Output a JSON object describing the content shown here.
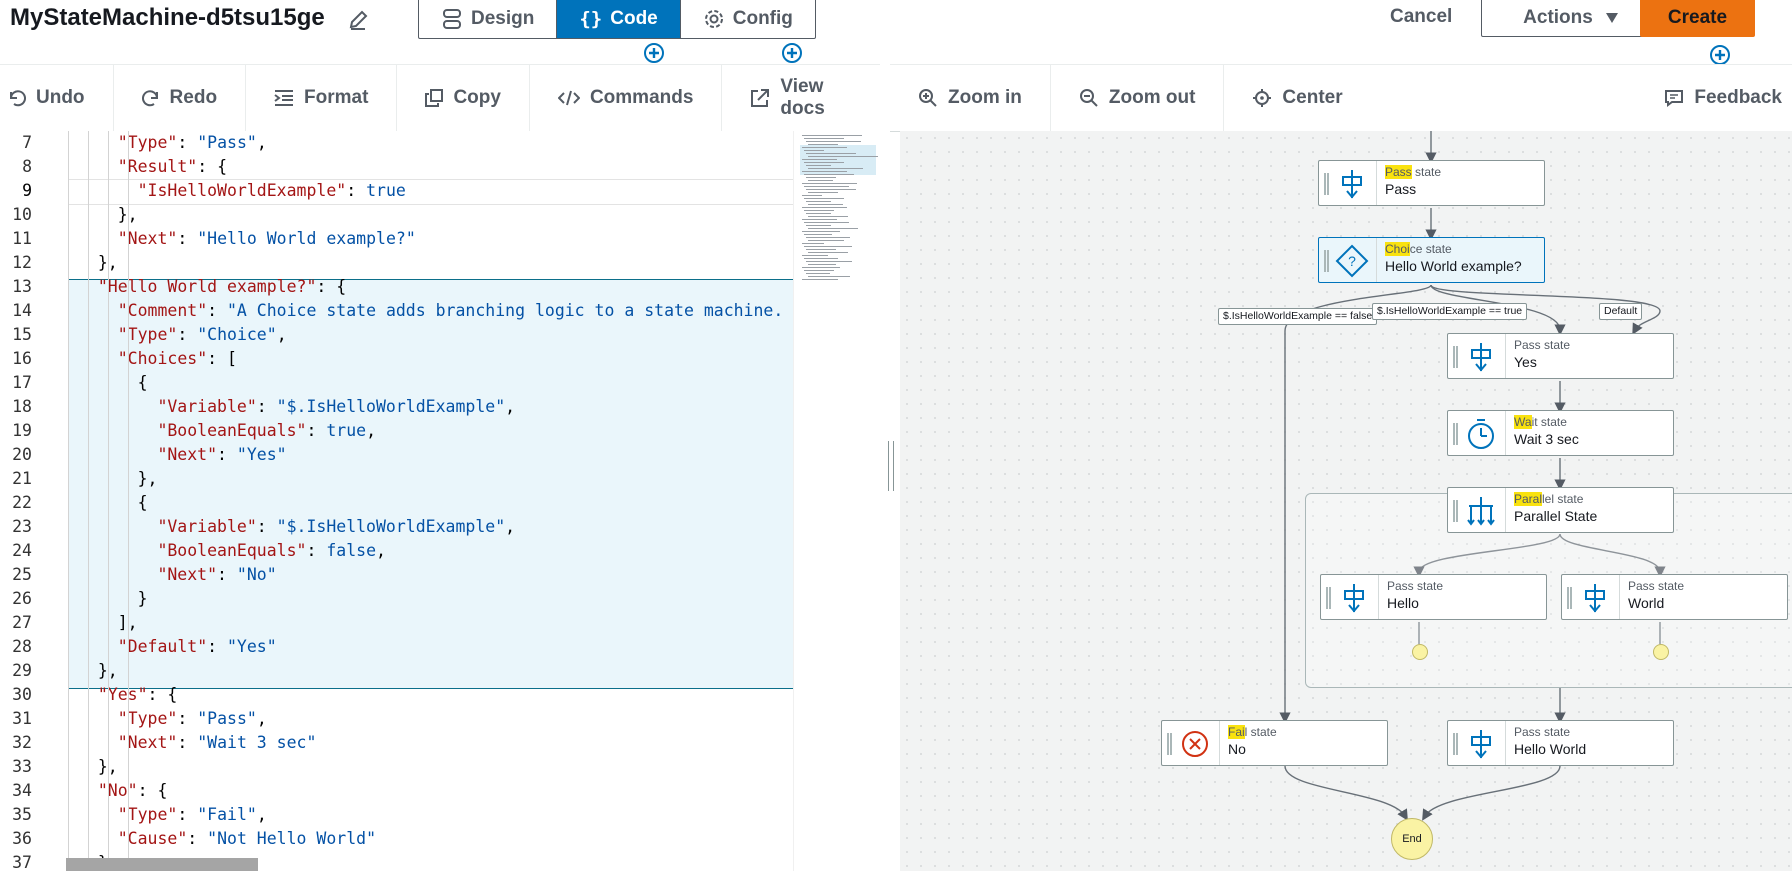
{
  "header": {
    "title": "MyStateMachine-d5tsu15ge",
    "tabs": [
      {
        "label": "Design"
      },
      {
        "label": "Code"
      },
      {
        "label": "Config"
      }
    ],
    "cancel_label": "Cancel",
    "actions_label": "Actions",
    "create_label": "Create"
  },
  "editor_toolbar": {
    "undo": "Undo",
    "redo": "Redo",
    "format": "Format",
    "copy": "Copy",
    "commands": "Commands",
    "view_docs": "View docs"
  },
  "canvas_toolbar": {
    "zoom_in": "Zoom in",
    "zoom_out": "Zoom out",
    "center": "Center",
    "feedback": "Feedback"
  },
  "code_lines": [
    {
      "n": "7",
      "indent": 3,
      "tokens": [
        [
          "k",
          "\"Type\""
        ],
        [
          "p",
          ": "
        ],
        [
          "s",
          "\"Pass\""
        ],
        [
          "p",
          ","
        ]
      ]
    },
    {
      "n": "8",
      "indent": 3,
      "tokens": [
        [
          "k",
          "\"Result\""
        ],
        [
          "p",
          ": {"
        ]
      ]
    },
    {
      "n": "9",
      "indent": 4,
      "tokens": [
        [
          "k",
          "\"IsHelloWorldExample\""
        ],
        [
          "p",
          ": "
        ],
        [
          "b",
          "true"
        ]
      ]
    },
    {
      "n": "10",
      "indent": 3,
      "tokens": [
        [
          "p",
          "},"
        ]
      ]
    },
    {
      "n": "11",
      "indent": 3,
      "tokens": [
        [
          "k",
          "\"Next\""
        ],
        [
          "p",
          ": "
        ],
        [
          "s",
          "\"Hello World example?\""
        ]
      ]
    },
    {
      "n": "12",
      "indent": 2,
      "tokens": [
        [
          "p",
          "},"
        ]
      ]
    },
    {
      "n": "13",
      "indent": 2,
      "tokens": [
        [
          "k",
          "\"Hello World example?\""
        ],
        [
          "p",
          ": {"
        ]
      ]
    },
    {
      "n": "14",
      "indent": 3,
      "tokens": [
        [
          "k",
          "\"Comment\""
        ],
        [
          "p",
          ": "
        ],
        [
          "s",
          "\"A Choice state adds branching logic to a state machine. Ch"
        ]
      ]
    },
    {
      "n": "15",
      "indent": 3,
      "tokens": [
        [
          "k",
          "\"Type\""
        ],
        [
          "p",
          ": "
        ],
        [
          "s",
          "\"Choice\""
        ],
        [
          "p",
          ","
        ]
      ]
    },
    {
      "n": "16",
      "indent": 3,
      "tokens": [
        [
          "k",
          "\"Choices\""
        ],
        [
          "p",
          ": ["
        ]
      ]
    },
    {
      "n": "17",
      "indent": 4,
      "tokens": [
        [
          "p",
          "{"
        ]
      ]
    },
    {
      "n": "18",
      "indent": 5,
      "tokens": [
        [
          "k",
          "\"Variable\""
        ],
        [
          "p",
          ": "
        ],
        [
          "s",
          "\"$.IsHelloWorldExample\""
        ],
        [
          "p",
          ","
        ]
      ]
    },
    {
      "n": "19",
      "indent": 5,
      "tokens": [
        [
          "k",
          "\"BooleanEquals\""
        ],
        [
          "p",
          ": "
        ],
        [
          "b",
          "true"
        ],
        [
          "p",
          ","
        ]
      ]
    },
    {
      "n": "20",
      "indent": 5,
      "tokens": [
        [
          "k",
          "\"Next\""
        ],
        [
          "p",
          ": "
        ],
        [
          "s",
          "\"Yes\""
        ]
      ]
    },
    {
      "n": "21",
      "indent": 4,
      "tokens": [
        [
          "p",
          "},"
        ]
      ]
    },
    {
      "n": "22",
      "indent": 4,
      "tokens": [
        [
          "p",
          "{"
        ]
      ]
    },
    {
      "n": "23",
      "indent": 5,
      "tokens": [
        [
          "k",
          "\"Variable\""
        ],
        [
          "p",
          ": "
        ],
        [
          "s",
          "\"$.IsHelloWorldExample\""
        ],
        [
          "p",
          ","
        ]
      ]
    },
    {
      "n": "24",
      "indent": 5,
      "tokens": [
        [
          "k",
          "\"BooleanEquals\""
        ],
        [
          "p",
          ": "
        ],
        [
          "b",
          "false"
        ],
        [
          "p",
          ","
        ]
      ]
    },
    {
      "n": "25",
      "indent": 5,
      "tokens": [
        [
          "k",
          "\"Next\""
        ],
        [
          "p",
          ": "
        ],
        [
          "s",
          "\"No\""
        ]
      ]
    },
    {
      "n": "26",
      "indent": 4,
      "tokens": [
        [
          "p",
          "}"
        ]
      ]
    },
    {
      "n": "27",
      "indent": 3,
      "tokens": [
        [
          "p",
          "],"
        ]
      ]
    },
    {
      "n": "28",
      "indent": 3,
      "tokens": [
        [
          "k",
          "\"Default\""
        ],
        [
          "p",
          ": "
        ],
        [
          "s",
          "\"Yes\""
        ]
      ]
    },
    {
      "n": "29",
      "indent": 2,
      "tokens": [
        [
          "p",
          "},"
        ]
      ]
    },
    {
      "n": "30",
      "indent": 2,
      "tokens": [
        [
          "k",
          "\"Yes\""
        ],
        [
          "p",
          ": {"
        ]
      ]
    },
    {
      "n": "31",
      "indent": 3,
      "tokens": [
        [
          "k",
          "\"Type\""
        ],
        [
          "p",
          ": "
        ],
        [
          "s",
          "\"Pass\""
        ],
        [
          "p",
          ","
        ]
      ]
    },
    {
      "n": "32",
      "indent": 3,
      "tokens": [
        [
          "k",
          "\"Next\""
        ],
        [
          "p",
          ": "
        ],
        [
          "s",
          "\"Wait 3 sec\""
        ]
      ]
    },
    {
      "n": "33",
      "indent": 2,
      "tokens": [
        [
          "p",
          "},"
        ]
      ]
    },
    {
      "n": "34",
      "indent": 2,
      "tokens": [
        [
          "k",
          "\"No\""
        ],
        [
          "p",
          ": {"
        ]
      ]
    },
    {
      "n": "35",
      "indent": 3,
      "tokens": [
        [
          "k",
          "\"Type\""
        ],
        [
          "p",
          ": "
        ],
        [
          "s",
          "\"Fail\""
        ],
        [
          "p",
          ","
        ]
      ]
    },
    {
      "n": "36",
      "indent": 3,
      "tokens": [
        [
          "k",
          "\"Cause\""
        ],
        [
          "p",
          ": "
        ],
        [
          "s",
          "\"Not Hello World\""
        ]
      ]
    },
    {
      "n": "37",
      "indent": 2,
      "tokens": [
        [
          "p",
          "},"
        ]
      ]
    }
  ],
  "graph": {
    "nodes": {
      "pass": {
        "type_hl": "Pass",
        "type_rest": " state",
        "name": "Pass"
      },
      "choice": {
        "type_hl": "Choi",
        "type_pre": "",
        "type_rest": "ce state",
        "name": "Hello World example?"
      },
      "yes": {
        "type_hl": "",
        "type_rest": "Pass state",
        "name": "Yes"
      },
      "wait": {
        "type_hl": "Wa",
        "type_rest": "it state",
        "name": "Wait 3 sec"
      },
      "parallel": {
        "type_hl": "Paral",
        "type_rest": "lel state",
        "name": "Parallel State"
      },
      "hello": {
        "type_hl": "",
        "type_rest": "Pass state",
        "name": "Hello"
      },
      "world": {
        "type_hl": "",
        "type_rest": "Pass state",
        "name": "World"
      },
      "fail": {
        "type_hl": "Fai",
        "type_rest": "l state",
        "name": "No"
      },
      "helloworld": {
        "type_hl": "",
        "type_rest": "Pass state",
        "name": "Hello World"
      }
    },
    "edge_labels": {
      "false_branch": "$.IsHelloWorldExample == false",
      "true_branch": "$.IsHelloWorldExample == true",
      "default_branch": "Default"
    },
    "end_label": "End"
  }
}
